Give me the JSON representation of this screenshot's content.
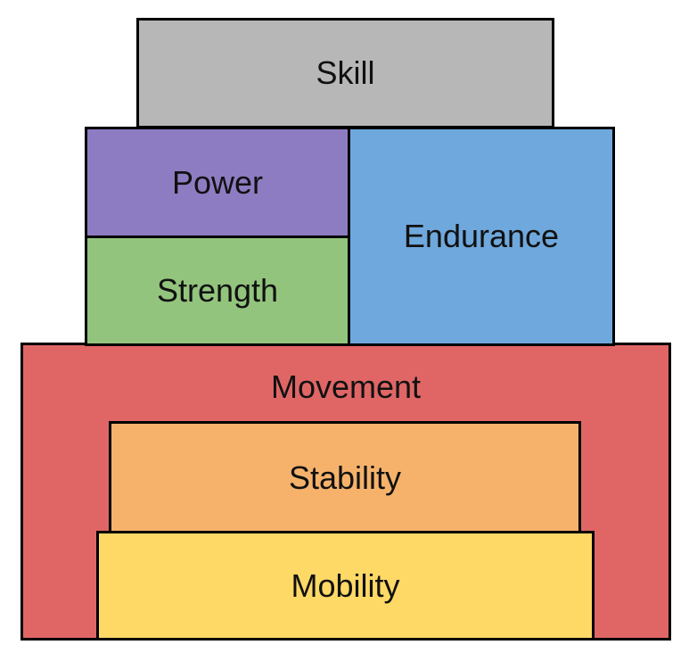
{
  "blocks": {
    "skill": {
      "label": "Skill",
      "color": "#b7b7b7"
    },
    "power": {
      "label": "Power",
      "color": "#8e7cc3"
    },
    "endurance": {
      "label": "Endurance",
      "color": "#6fa8dc"
    },
    "strength": {
      "label": "Strength",
      "color": "#93c47d"
    },
    "movement": {
      "label": "Movement",
      "color": "#e06666"
    },
    "stability": {
      "label": "Stability",
      "color": "#f6b26b"
    },
    "mobility": {
      "label": "Mobility",
      "color": "#ffd966"
    }
  }
}
